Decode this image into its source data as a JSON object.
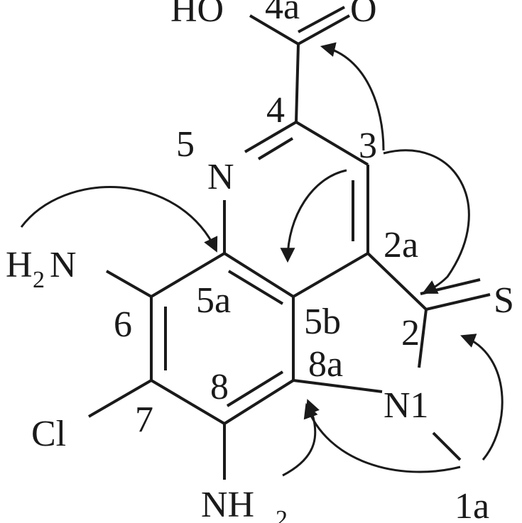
{
  "atoms": {
    "HO": "HO",
    "O": "O",
    "N5": "N",
    "H2N_H": "H",
    "H2N_2": "2",
    "H2N_N": "N",
    "S": "S",
    "N1": "N1",
    "Cl": "Cl",
    "NH2_NH": "NH",
    "NH2_2": "2"
  },
  "positions": {
    "p4a": "4a",
    "p4": "4",
    "p5": "5",
    "p3": "3",
    "p2a": "2a",
    "p5a": "5a",
    "p5b": "5b",
    "p6": "6",
    "p2": "2",
    "p8a": "8a",
    "p8": "8",
    "p7": "7",
    "p1a": "1a"
  },
  "colors": {
    "ink": "#1a1a1a",
    "background": "#ffffff"
  }
}
